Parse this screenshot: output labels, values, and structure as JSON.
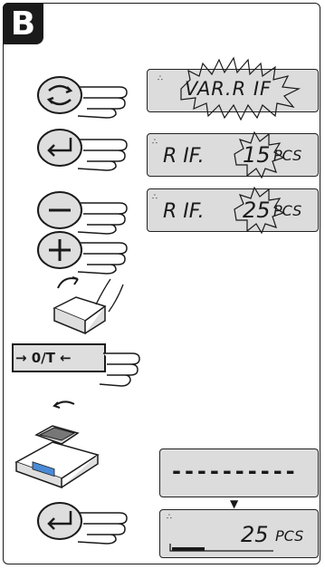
{
  "step_badge": "B",
  "key_labels": {
    "tare": "→ 0/T ←"
  },
  "displays": [
    {
      "id": "vari",
      "dots": "∴",
      "text": "VAR.R IF"
    },
    {
      "id": "rif-15",
      "dots": "∴",
      "label": "R IF.",
      "value": "15",
      "unit": "PCS"
    },
    {
      "id": "rif-25",
      "dots": "∴",
      "label": "R IF.",
      "value": "25",
      "unit": "PCS"
    },
    {
      "id": "dashes",
      "text": "----------"
    },
    {
      "id": "result",
      "dots": "∴",
      "value": "25",
      "unit": "PCS"
    }
  ],
  "arrow_glyph": "▼"
}
